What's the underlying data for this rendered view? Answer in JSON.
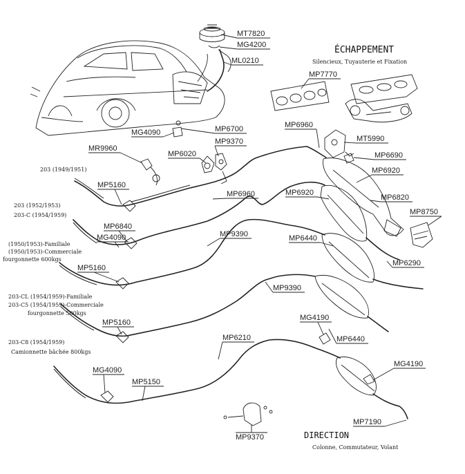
{
  "header": {
    "title": "ÉCHAPPEMENT",
    "subtitle": "Silencieux, Tuyauterie et Fixation"
  },
  "footer": {
    "title": "DIRECTION",
    "subtitle": "Colonne, Commutateur, Volant"
  },
  "part_labels": [
    "MT7820",
    "MG4200",
    "ML0210",
    "MP7770",
    "MT5990",
    "MP6690",
    "MP6960",
    "MP6920",
    "MP6820",
    "MP8750",
    "MP6700",
    "MP9370",
    "MP6020",
    "MG4090",
    "MR9960",
    "MP5160",
    "MP6960",
    "MP6920",
    "MP6840",
    "MG4090",
    "MP9390",
    "MP6440",
    "MP6290",
    "MP5160",
    "MP9390",
    "MP5160",
    "MG4190",
    "MP6440",
    "MP6210",
    "MG4190",
    "MG4090",
    "MP5150",
    "MP7190",
    "MP9370"
  ],
  "row_captions": [
    "203 (1949/1951)",
    "203 (1952/1953)",
    "203-C (1954/1959)",
    "(1950/1953)-Familiale",
    "(1950/1953)-Commerciale",
    "fourgonnette 600kgs",
    "203-CL (1954/1959)-Familiale",
    "203-C5 (1954/1959)-Commerciale",
    "fourgonnette 500kgs",
    "203-C8 (1954/1959)",
    "Camionnette bâchée 800kgs"
  ],
  "colors": {
    "ink": "#222222",
    "paper": "#ffffff"
  }
}
